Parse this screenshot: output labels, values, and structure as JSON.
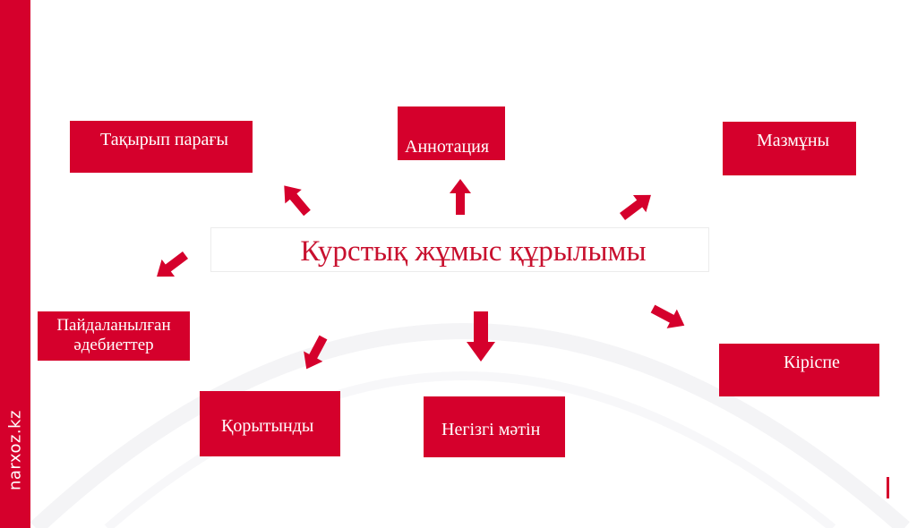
{
  "sidebar": {
    "site": "narxoz.kz",
    "color": "#d5002c"
  },
  "diagram": {
    "center": "Курстық жұмыс құрылымы",
    "nodes": {
      "title_page": "Тақырып парағы",
      "annotation": "Аннотация",
      "contents": "Мазмұны",
      "references": "Пайдаланылған әдебиеттер",
      "conclusion": "Қорытынды",
      "main_text": "Негізгі мәтін",
      "introduction": "Кіріспе"
    },
    "colors": {
      "box": "#d5002c",
      "arrow": "#d5002c",
      "title": "#c8102e"
    }
  }
}
